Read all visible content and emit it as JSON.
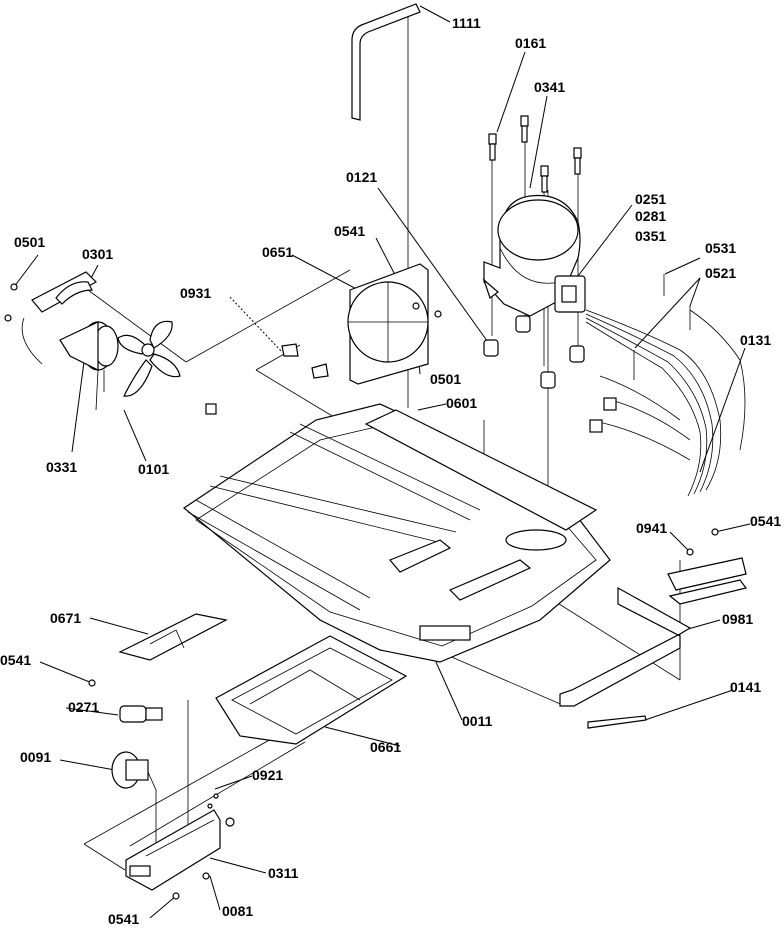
{
  "labels": {
    "p1111": "1111",
    "p0161": "0161",
    "p0341": "0341",
    "p0121": "0121",
    "p0251": "0251",
    "p0281": "0281",
    "p0351": "0351",
    "p0531": "0531",
    "p0521": "0521",
    "p0131": "0131",
    "p0501a": "0501",
    "p0301": "0301",
    "p0931": "0931",
    "p0651": "0651",
    "p0541a": "0541",
    "p0501b": "0501",
    "p0601": "0601",
    "p0331": "0331",
    "p0101": "0101",
    "p0941": "0941",
    "p0541b": "0541",
    "p0981": "0981",
    "p0671": "0671",
    "p0541c": "0541",
    "p0141": "0141",
    "p0011": "0011",
    "p0271": "0271",
    "p0661": "0661",
    "p0091": "0091",
    "p0921": "0921",
    "p0311": "0311",
    "p0081": "0081",
    "p0541d": "0541"
  }
}
